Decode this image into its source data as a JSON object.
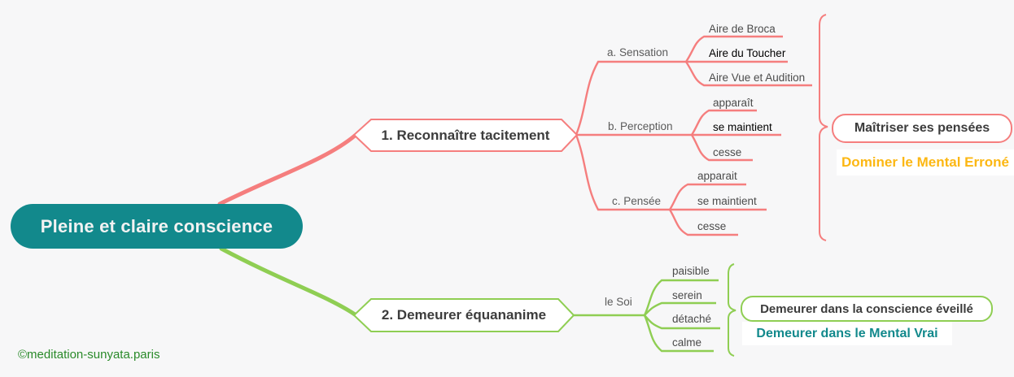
{
  "root": {
    "label": "Pleine et claire conscience"
  },
  "colors": {
    "central_bg": "#12898c",
    "branch1_accent": "#f57e7e",
    "branch2_accent": "#8fce53",
    "note1_color": "#fcb713",
    "note2_color": "#12898c",
    "copyright_color": "#2a8a2a"
  },
  "branch1": {
    "label": "1. Reconnaître tacitement",
    "groups": [
      {
        "label": "a. Sensation",
        "leaves": [
          {
            "label": "Aire de Broca"
          },
          {
            "label": "Aire du Toucher"
          },
          {
            "label": "Aire Vue et Audition"
          }
        ]
      },
      {
        "label": "b. Perception",
        "leaves": [
          {
            "label": "apparaît"
          },
          {
            "label": "se maintient"
          },
          {
            "label": "cesse"
          }
        ]
      },
      {
        "label": "c. Pensée",
        "leaves": [
          {
            "label": "apparait"
          },
          {
            "label": "se maintient"
          },
          {
            "label": "cesse"
          }
        ]
      }
    ],
    "summary_pill": "Maîtriser ses pensées",
    "summary_note": "Dominer le Mental Erroné"
  },
  "branch2": {
    "label": "2. Demeurer équananime",
    "groups": [
      {
        "label": "le Soi",
        "leaves": [
          {
            "label": "paisible"
          },
          {
            "label": "serein"
          },
          {
            "label": "détaché"
          },
          {
            "label": "calme"
          }
        ]
      }
    ],
    "summary_pill": "Demeurer dans la conscience éveillé",
    "summary_note": "Demeurer dans le Mental Vrai"
  },
  "footer": {
    "copyright": "©meditation-sunyata.paris"
  }
}
